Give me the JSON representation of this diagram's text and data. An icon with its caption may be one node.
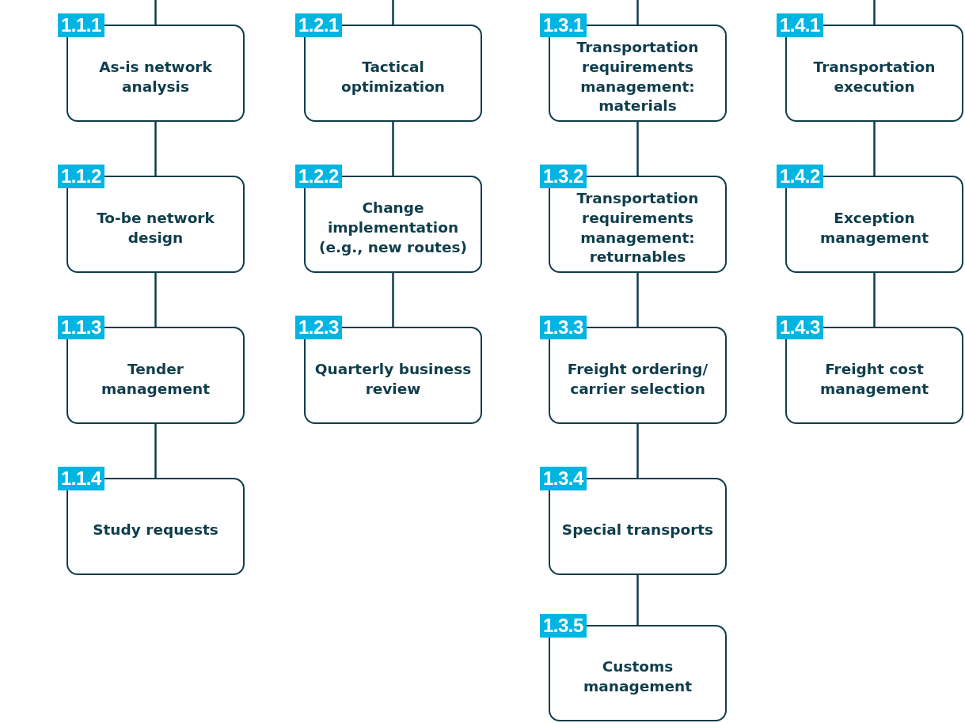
{
  "diagram": {
    "nodes": [
      {
        "text": [
          "1.1.1",
          "As-is network analysis"
        ]
      },
      {
        "text": [
          "1.1.2",
          "To-be network design"
        ]
      },
      {
        "text": [
          "1.1.3",
          "Tender management"
        ]
      },
      {
        "text": [
          "1.1.4",
          "Study requests"
        ]
      },
      {
        "text": [
          "1.2.1",
          "Tactical optimization"
        ]
      },
      {
        "text": [
          "1.2.2",
          "Change implementation (e.g., new routes)"
        ]
      },
      {
        "text": [
          "1.2.3",
          "Quarterly business review"
        ]
      },
      {
        "text": [
          "1.3.1",
          "Transportation requirements management: materials"
        ]
      },
      {
        "text": [
          "1.3.2",
          "Transportation requirements management: returnables"
        ]
      },
      {
        "text": [
          "1.3.3",
          "Freight ordering/ carrier selection"
        ]
      },
      {
        "text": [
          "1.3.4",
          "Special transports"
        ]
      },
      {
        "text": [
          "1.3.5",
          "Customs management"
        ]
      },
      {
        "text": [
          "1.4.1",
          "Transportation execution"
        ]
      },
      {
        "text": [
          "1.4.2",
          "Exception management"
        ]
      },
      {
        "text": [
          "1.4.3",
          "Freight cost management"
        ]
      }
    ],
    "edges": [
      {
        "from": null,
        "to": 0,
        "arrow": "none"
      },
      {
        "from": 0,
        "to": 1,
        "arrow": "none"
      },
      {
        "from": 1,
        "to": 2,
        "arrow": "none"
      },
      {
        "from": 2,
        "to": 3,
        "arrow": "none"
      },
      {
        "from": null,
        "to": 4,
        "arrow": "none"
      },
      {
        "from": 4,
        "to": 5,
        "arrow": "none"
      },
      {
        "from": 5,
        "to": 6,
        "arrow": "none"
      },
      {
        "from": null,
        "to": 7,
        "arrow": "none"
      },
      {
        "from": 7,
        "to": 8,
        "arrow": "none"
      },
      {
        "from": 8,
        "to": 9,
        "arrow": "none"
      },
      {
        "from": 9,
        "to": 10,
        "arrow": "none"
      },
      {
        "from": 10,
        "to": 11,
        "arrow": "none"
      },
      {
        "from": null,
        "to": 12,
        "arrow": "none"
      },
      {
        "from": 12,
        "to": 13,
        "arrow": "none"
      },
      {
        "from": 13,
        "to": 14,
        "arrow": "none"
      }
    ]
  }
}
